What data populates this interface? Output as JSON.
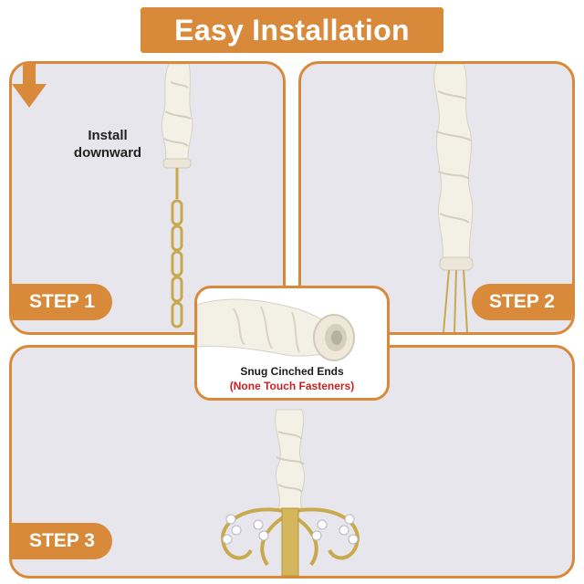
{
  "title": "Easy Installation",
  "steps": {
    "step1": "STEP 1",
    "step2": "STEP 2",
    "step3": "STEP 3"
  },
  "instruction": {
    "line1": "Install",
    "line2": "downward"
  },
  "callout": {
    "line1": "Snug Cinched Ends",
    "line2": "(None Touch Fasteners)"
  },
  "colors": {
    "accent": "#d9893a",
    "panel_bg": "#e7e6ec",
    "fabric": "#f3f0e6",
    "warning_text": "#cc1f1f",
    "brass": "#c9a94c"
  },
  "icons": {
    "arrow": "arrow-down-icon"
  }
}
